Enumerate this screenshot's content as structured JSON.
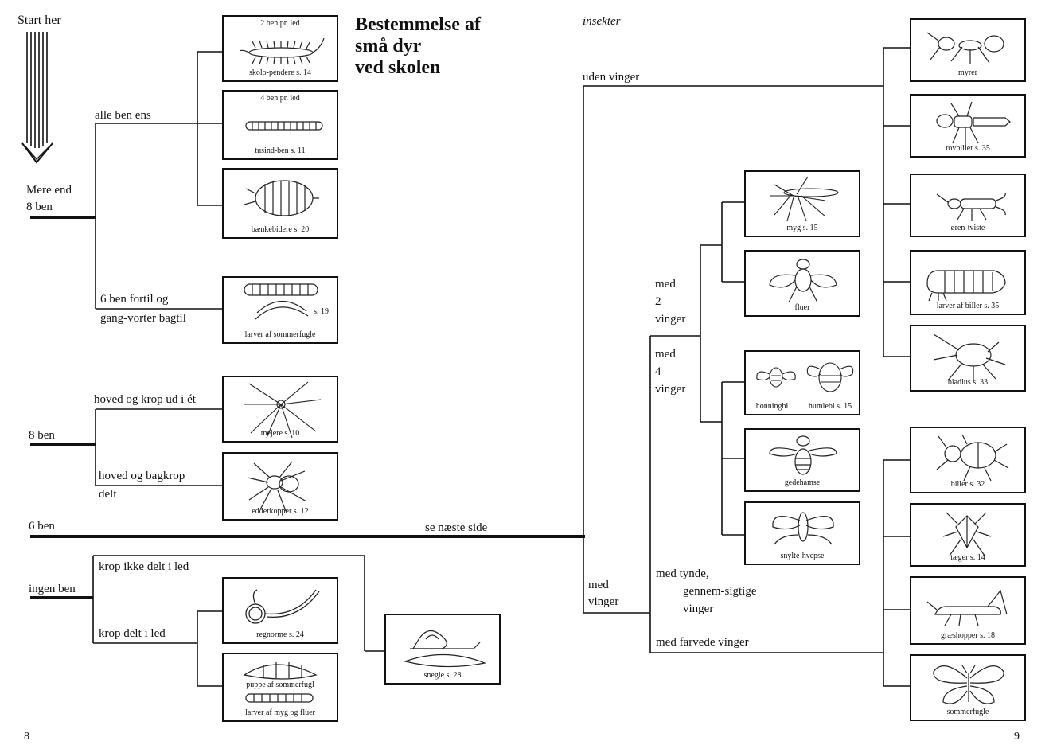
{
  "start": "Start her",
  "title": [
    "Bestemmelse af",
    "små dyr",
    "ved skolen"
  ],
  "left_labels": {
    "mere_end_8": [
      "Mere end",
      "8 ben"
    ],
    "alle_ben_ens": "alle ben ens",
    "seks_ben_fortil": [
      "6 ben fortil og",
      "gang-vorter bagtil"
    ],
    "otte_ben": "8 ben",
    "hoved_krop_et": "hoved og krop ud i ét",
    "hoved_bagkrop": [
      "hoved og bagkrop",
      "delt"
    ],
    "seks_ben": "6 ben",
    "se_naeste": "se næste side",
    "ingen_ben": "ingen ben",
    "krop_ikke_delt": "krop ikke delt i led",
    "krop_delt": "krop delt i led"
  },
  "right_labels": {
    "insekter": "insekter",
    "uden_vinger": "uden vinger",
    "med_2_vinger": [
      "med",
      "2",
      "vinger"
    ],
    "med_4_vinger": [
      "med",
      "4",
      "vinger"
    ],
    "med_vinger": [
      "med",
      "vinger"
    ],
    "tynde": [
      "med tynde,",
      "gennem-sigtige",
      "vinger"
    ],
    "farvede": "med farvede vinger"
  },
  "boxes": {
    "skolopendre": {
      "top": "2 ben pr. led",
      "bot": "skolo-pendere s. 14"
    },
    "tusindben": {
      "top": "4 ben pr. led",
      "bot": "tusind-ben s. 11"
    },
    "baenkebidere": {
      "bot": "bænkebidere s. 20"
    },
    "sommerfuglelarver": {
      "side": "s. 19",
      "bot": "larver af sommerfugle"
    },
    "mejere": {
      "bot": "mejere s. 10"
    },
    "edderkopper": {
      "bot": "edderkopper s. 12"
    },
    "regnorme": {
      "bot": "regnorme s. 24"
    },
    "puppe": {
      "mid": "puppe af sommerfugl",
      "bot": "larver af myg og fluer"
    },
    "snegle": {
      "bot": "snegle s. 28"
    },
    "myg": {
      "bot": "myg s. 15"
    },
    "fluer": {
      "bot": "fluer"
    },
    "bier": {
      "bot_a": "honningbi",
      "bot_b": "humlebi s. 15"
    },
    "gedehamse": {
      "bot": "gedehamse"
    },
    "snyltehvepse": {
      "bot": "snylte-hvepse"
    },
    "myrer": {
      "bot": "myrer"
    },
    "rovbiller": {
      "bot": "rovbiller s. 35"
    },
    "orentviste": {
      "bot": "øren-tviste"
    },
    "billelarver": {
      "bot": "larver af biller s. 35"
    },
    "bladlus": {
      "bot": "bladlus s. 33"
    },
    "biller": {
      "bot": "biller s. 32"
    },
    "taeger": {
      "bot": "tæger s. 14"
    },
    "graeshopper": {
      "bot": "græshopper s. 18"
    },
    "sommerfugle": {
      "bot": "sommerfugle"
    }
  },
  "page_numbers": [
    "8",
    "9"
  ]
}
